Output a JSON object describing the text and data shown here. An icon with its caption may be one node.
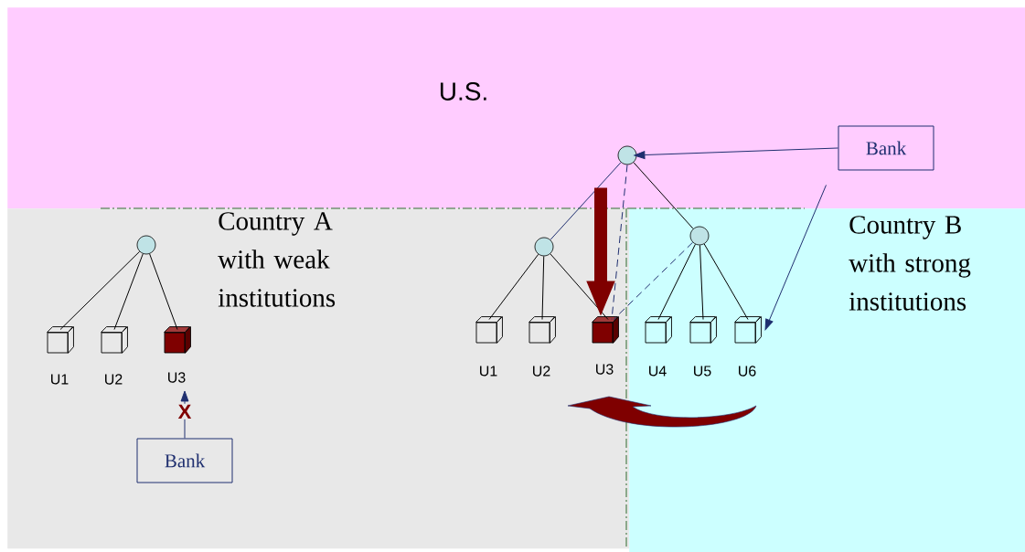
{
  "diagram": {
    "nodes": [
      {
        "text": [
          "U.S."
        ]
      },
      {
        "text": [
          "Country A with weak institutions"
        ]
      },
      {
        "text": [
          "Country B with strong institutions"
        ]
      },
      {
        "text": [],
        "shape": "circle",
        "in": 1
      },
      {
        "text": [],
        "shape": "cube",
        "beside": [
          "U1"
        ],
        "in": 1
      },
      {
        "text": [],
        "shape": "cube",
        "beside": [
          "U2"
        ],
        "in": 1
      },
      {
        "text": [],
        "shape": "cube",
        "beside": [
          "U3"
        ],
        "in": 1
      },
      {
        "text": [
          "Bank"
        ],
        "in": 1
      },
      {
        "text": [],
        "shape": "circle",
        "in": 0
      },
      {
        "text": [],
        "shape": "circle",
        "in": 1
      },
      {
        "text": [],
        "shape": "circle",
        "in": 2
      },
      {
        "text": [],
        "shape": "cube",
        "beside": [
          "U1"
        ],
        "in": 1
      },
      {
        "text": [],
        "shape": "cube",
        "beside": [
          "U2"
        ],
        "in": 1
      },
      {
        "text": [],
        "shape": "cube",
        "beside": [
          "U3"
        ],
        "in": 1
      },
      {
        "text": [],
        "shape": "cube",
        "beside": [
          "U4"
        ],
        "in": 2
      },
      {
        "text": [],
        "shape": "cube",
        "beside": [
          "U5"
        ],
        "in": 2
      },
      {
        "text": [],
        "shape": "cube",
        "beside": [
          "U6"
        ],
        "in": 2
      },
      {
        "text": [
          "Bank"
        ],
        "in": 0
      }
    ],
    "edges": [
      {
        "from": 3,
        "to": 4,
        "arrow": "none"
      },
      {
        "from": 3,
        "to": 5,
        "arrow": "none"
      },
      {
        "from": 3,
        "to": 6,
        "arrow": "none"
      },
      {
        "from": 7,
        "to": 6,
        "arrow": "to",
        "label": "X",
        "color": "#1f2f6f"
      },
      {
        "from": 8,
        "to": 9,
        "arrow": "none",
        "color": "#1f2f6f"
      },
      {
        "from": 8,
        "to": 10,
        "arrow": "none"
      },
      {
        "from": 9,
        "to": 11,
        "arrow": "none"
      },
      {
        "from": 9,
        "to": 12,
        "arrow": "none"
      },
      {
        "from": 9,
        "to": 13,
        "arrow": "none"
      },
      {
        "from": 10,
        "to": 14,
        "arrow": "none"
      },
      {
        "from": 10,
        "to": 15,
        "arrow": "none"
      },
      {
        "from": 10,
        "to": 16,
        "arrow": "none"
      },
      {
        "from": 8,
        "to": 13,
        "arrow": "none",
        "style": "dashed",
        "color": "#1f2f6f"
      },
      {
        "from": 10,
        "to": 13,
        "arrow": "none",
        "style": "dashed",
        "color": "#1f2f6f"
      },
      {
        "from": 17,
        "to": 8,
        "arrow": "to",
        "color": "#1f2f6f"
      },
      {
        "from": 17,
        "to": 16,
        "arrow": "to",
        "color": "#1f2f6f"
      },
      {
        "from": 8,
        "to": 13,
        "arrow": "to",
        "style": "thick",
        "color": "#7f0000"
      }
    ]
  }
}
